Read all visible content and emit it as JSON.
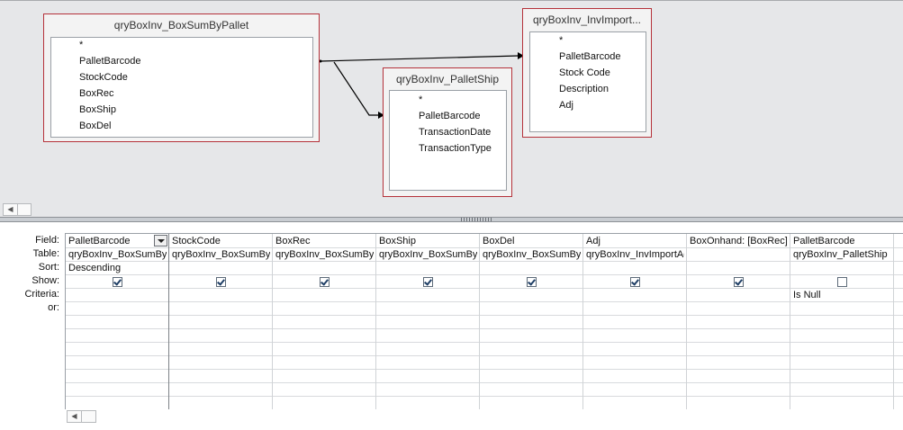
{
  "tables": [
    {
      "title": "qryBoxInv_BoxSumByPallet",
      "fields": [
        "*",
        "PalletBarcode",
        "StockCode",
        "BoxRec",
        "BoxShip",
        "BoxDel"
      ]
    },
    {
      "title": "qryBoxInv_PalletShip",
      "fields": [
        "*",
        "PalletBarcode",
        "TransactionDate",
        "TransactionType"
      ]
    },
    {
      "title": "qryBoxInv_InvImport...",
      "fields": [
        "*",
        "PalletBarcode",
        "Stock Code",
        "Description",
        "Adj"
      ]
    }
  ],
  "scroll_left_glyph": "◀",
  "row_labels": {
    "field": "Field:",
    "table": "Table:",
    "sort": "Sort:",
    "show": "Show:",
    "criteria": "Criteria:",
    "or": "or:"
  },
  "columns": [
    {
      "field": "PalletBarcode",
      "table": "qryBoxInv_BoxSumByPallet",
      "sort": "Descending",
      "show": true,
      "criteria": ""
    },
    {
      "field": "StockCode",
      "table": "qryBoxInv_BoxSumByPallet",
      "sort": "",
      "show": true,
      "criteria": ""
    },
    {
      "field": "BoxRec",
      "table": "qryBoxInv_BoxSumByPallet",
      "sort": "",
      "show": true,
      "criteria": ""
    },
    {
      "field": "BoxShip",
      "table": "qryBoxInv_BoxSumByPallet",
      "sort": "",
      "show": true,
      "criteria": ""
    },
    {
      "field": "BoxDel",
      "table": "qryBoxInv_BoxSumByPallet",
      "sort": "",
      "show": true,
      "criteria": ""
    },
    {
      "field": "Adj",
      "table": "qryBoxInv_InvImportAdj",
      "sort": "",
      "show": true,
      "criteria": ""
    },
    {
      "field": "BoxOnhand: [BoxRec]",
      "table": "",
      "sort": "",
      "show": true,
      "criteria": ""
    },
    {
      "field": "PalletBarcode",
      "table": "qryBoxInv_PalletShip",
      "sort": "",
      "show": false,
      "criteria": "Is Null"
    }
  ],
  "colors": {
    "table_border": "#b5323a",
    "upper_bg": "#e6e7e9",
    "join_line": "#000000"
  }
}
